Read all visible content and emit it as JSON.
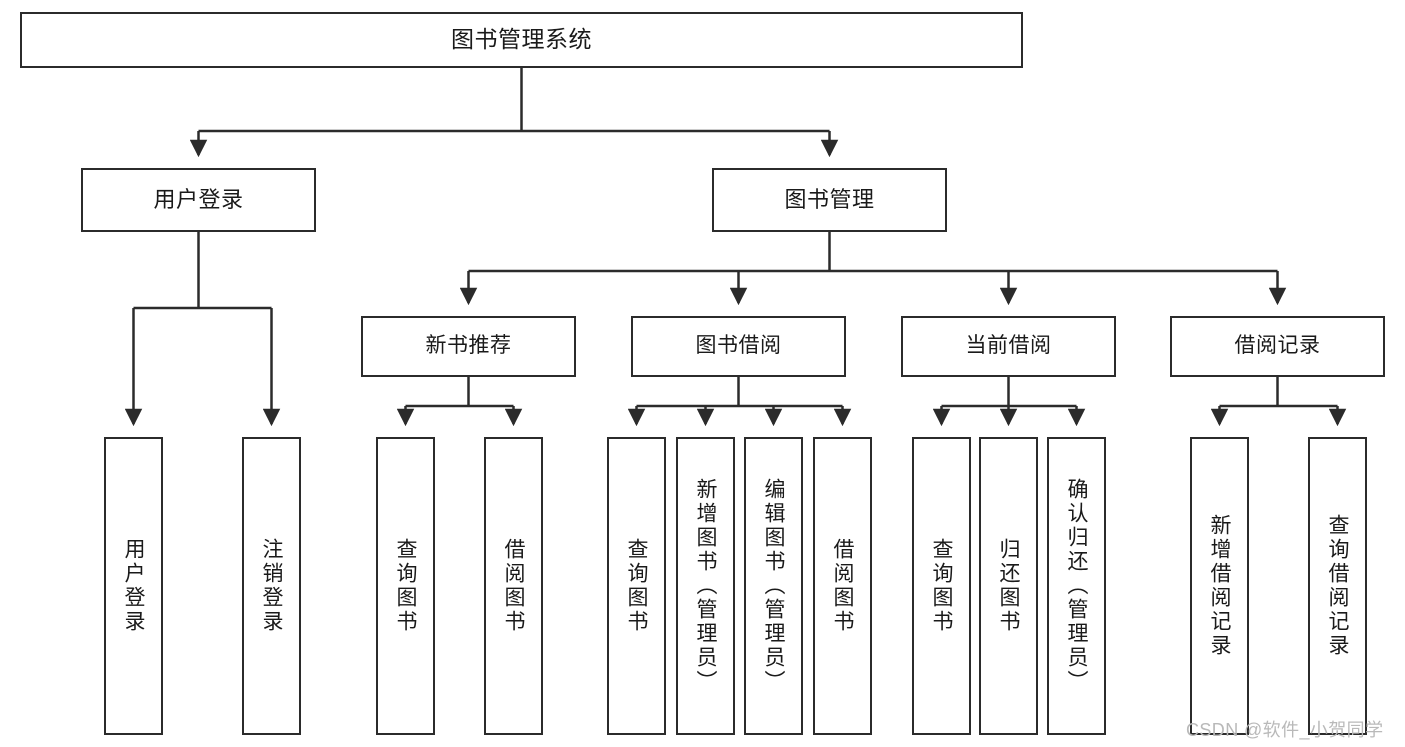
{
  "diagram": {
    "type": "hierarchy-tree",
    "title": "图书管理系统",
    "watermark": "CSDN @软件_小贺同学",
    "colors": {
      "stroke": "#2b2b2b",
      "fill": "#ffffff",
      "text": "#1a1a1a",
      "watermark": "#b9b9b9"
    },
    "nodes": {
      "root": {
        "label": "图书管理系统"
      },
      "level2": [
        {
          "id": "user-login",
          "label": "用户登录"
        },
        {
          "id": "book-manage",
          "label": "图书管理"
        }
      ],
      "level3": [
        {
          "id": "new-book-recommend",
          "label": "新书推荐"
        },
        {
          "id": "book-borrow",
          "label": "图书借阅"
        },
        {
          "id": "current-borrow",
          "label": "当前借阅"
        },
        {
          "id": "borrow-record",
          "label": "借阅记录"
        }
      ],
      "leaves": [
        {
          "id": "leaf-user-login",
          "label": "用户登录"
        },
        {
          "id": "leaf-logout",
          "label": "注销登录"
        },
        {
          "id": "leaf-query-book-1",
          "label": "查询图书"
        },
        {
          "id": "leaf-borrow-book-1",
          "label": "借阅图书"
        },
        {
          "id": "leaf-query-book-2",
          "label": "查询图书"
        },
        {
          "id": "leaf-add-book",
          "label": "新增图书（管理员）"
        },
        {
          "id": "leaf-edit-book",
          "label": "编辑图书（管理员）"
        },
        {
          "id": "leaf-borrow-book-2",
          "label": "借阅图书"
        },
        {
          "id": "leaf-query-book-3",
          "label": "查询图书"
        },
        {
          "id": "leaf-return-book",
          "label": "归还图书"
        },
        {
          "id": "leaf-confirm-return",
          "label": "确认归还（管理员）"
        },
        {
          "id": "leaf-add-record",
          "label": "新增借阅记录"
        },
        {
          "id": "leaf-query-record",
          "label": "查询借阅记录"
        }
      ]
    }
  }
}
